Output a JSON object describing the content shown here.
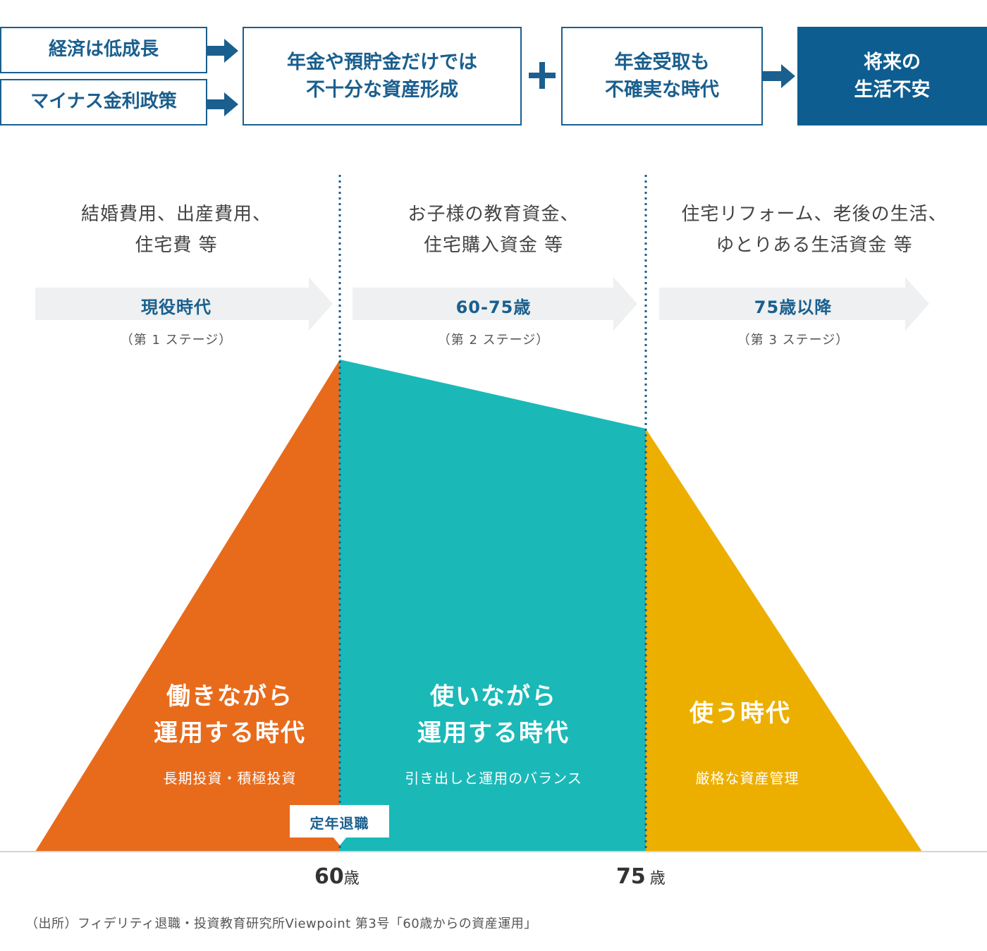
{
  "causes": {
    "left_top": "経済は低成長",
    "left_bottom": "マイナス金利政策",
    "middle_line1": "年金や預貯金だけでは",
    "middle_line2": "不十分な資産形成",
    "plus": "+",
    "right_line1": "年金受取も",
    "right_line2": "不確実な時代",
    "result_line1": "将来の",
    "result_line2": "生活不安"
  },
  "stages": [
    {
      "cost_line1": "結婚費用、出産費用、",
      "cost_line2": "住宅費 等",
      "label": "現役時代",
      "sub": "（第 1 ステージ）",
      "area_title_line1": "働きながら",
      "area_title_line2": "運用する時代",
      "area_sub": "長期投資・積極投資"
    },
    {
      "cost_line1": "お子様の教育資金、",
      "cost_line2": "住宅購入資金 等",
      "label": "60-75歳",
      "sub": "（第 2 ステージ）",
      "area_title_line1": "使いながら",
      "area_title_line2": "運用する時代",
      "area_sub": "引き出しと運用のバランス"
    },
    {
      "cost_line1": "住宅リフォーム、老後の生活、",
      "cost_line2": "ゆとりある生活資金 等",
      "label": "75歳以降",
      "sub": "（第 3 ステージ）",
      "area_title_line1": "使う時代",
      "area_sub": "厳格な資産管理"
    }
  ],
  "retirement_label": "定年退職",
  "ages": {
    "age60_num": "60",
    "age60_unit": "歳",
    "age75_num": "75",
    "age75_unit": "歳"
  },
  "source": "（出所）フィデリティ退職・投資教育研究所Viewpoint 第3号「60歳からの資産運用」",
  "colors": {
    "navy": "#1a5f8e",
    "result_bg": "#0e5d90",
    "orange": "#e86b1c",
    "teal": "#1ab9b8",
    "yellow": "#ecaf00",
    "stage_arrow": "#eef0f1"
  }
}
